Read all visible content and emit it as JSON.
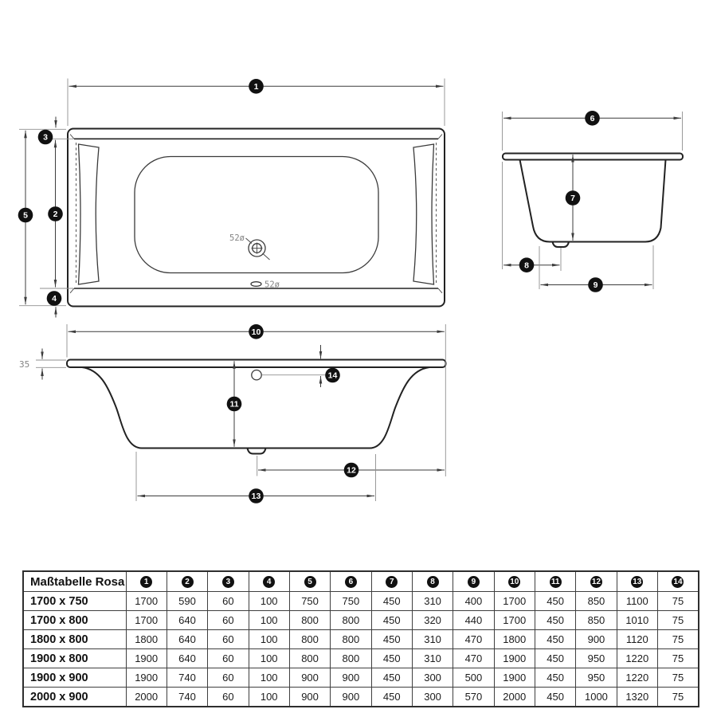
{
  "colors": {
    "ink": "#222222",
    "dim": "#3c3c3c",
    "xlight": "#8f8f8f",
    "graytext": "#848484",
    "badge": "#111111",
    "tborder": "#3f3f3f"
  },
  "diagram": {
    "callouts": [
      "1",
      "2",
      "3",
      "4",
      "5",
      "6",
      "7",
      "8",
      "9",
      "10",
      "11",
      "12",
      "13",
      "14"
    ],
    "drain_label_top_view": "52ø",
    "drain_label_bottom_edge": "52ø",
    "rim_thickness_label": "35"
  },
  "table": {
    "corner_header": "Maßtabelle Rosa",
    "column_badges": [
      "1",
      "2",
      "3",
      "4",
      "5",
      "6",
      "7",
      "8",
      "9",
      "10",
      "11",
      "12",
      "13",
      "14"
    ],
    "rows": [
      {
        "size": "1700 x 750",
        "values": [
          "1700",
          "590",
          "60",
          "100",
          "750",
          "750",
          "450",
          "310",
          "400",
          "1700",
          "450",
          "850",
          "1100",
          "75"
        ]
      },
      {
        "size": "1700 x 800",
        "values": [
          "1700",
          "640",
          "60",
          "100",
          "800",
          "800",
          "450",
          "320",
          "440",
          "1700",
          "450",
          "850",
          "1010",
          "75"
        ]
      },
      {
        "size": "1800 x 800",
        "values": [
          "1800",
          "640",
          "60",
          "100",
          "800",
          "800",
          "450",
          "310",
          "470",
          "1800",
          "450",
          "900",
          "1120",
          "75"
        ]
      },
      {
        "size": "1900 x 800",
        "values": [
          "1900",
          "640",
          "60",
          "100",
          "800",
          "800",
          "450",
          "310",
          "470",
          "1900",
          "450",
          "950",
          "1220",
          "75"
        ]
      },
      {
        "size": "1900 x 900",
        "values": [
          "1900",
          "740",
          "60",
          "100",
          "900",
          "900",
          "450",
          "300",
          "500",
          "1900",
          "450",
          "950",
          "1220",
          "75"
        ]
      },
      {
        "size": "2000 x 900",
        "values": [
          "2000",
          "740",
          "60",
          "100",
          "900",
          "900",
          "450",
          "300",
          "570",
          "2000",
          "450",
          "1000",
          "1320",
          "75"
        ]
      }
    ]
  }
}
